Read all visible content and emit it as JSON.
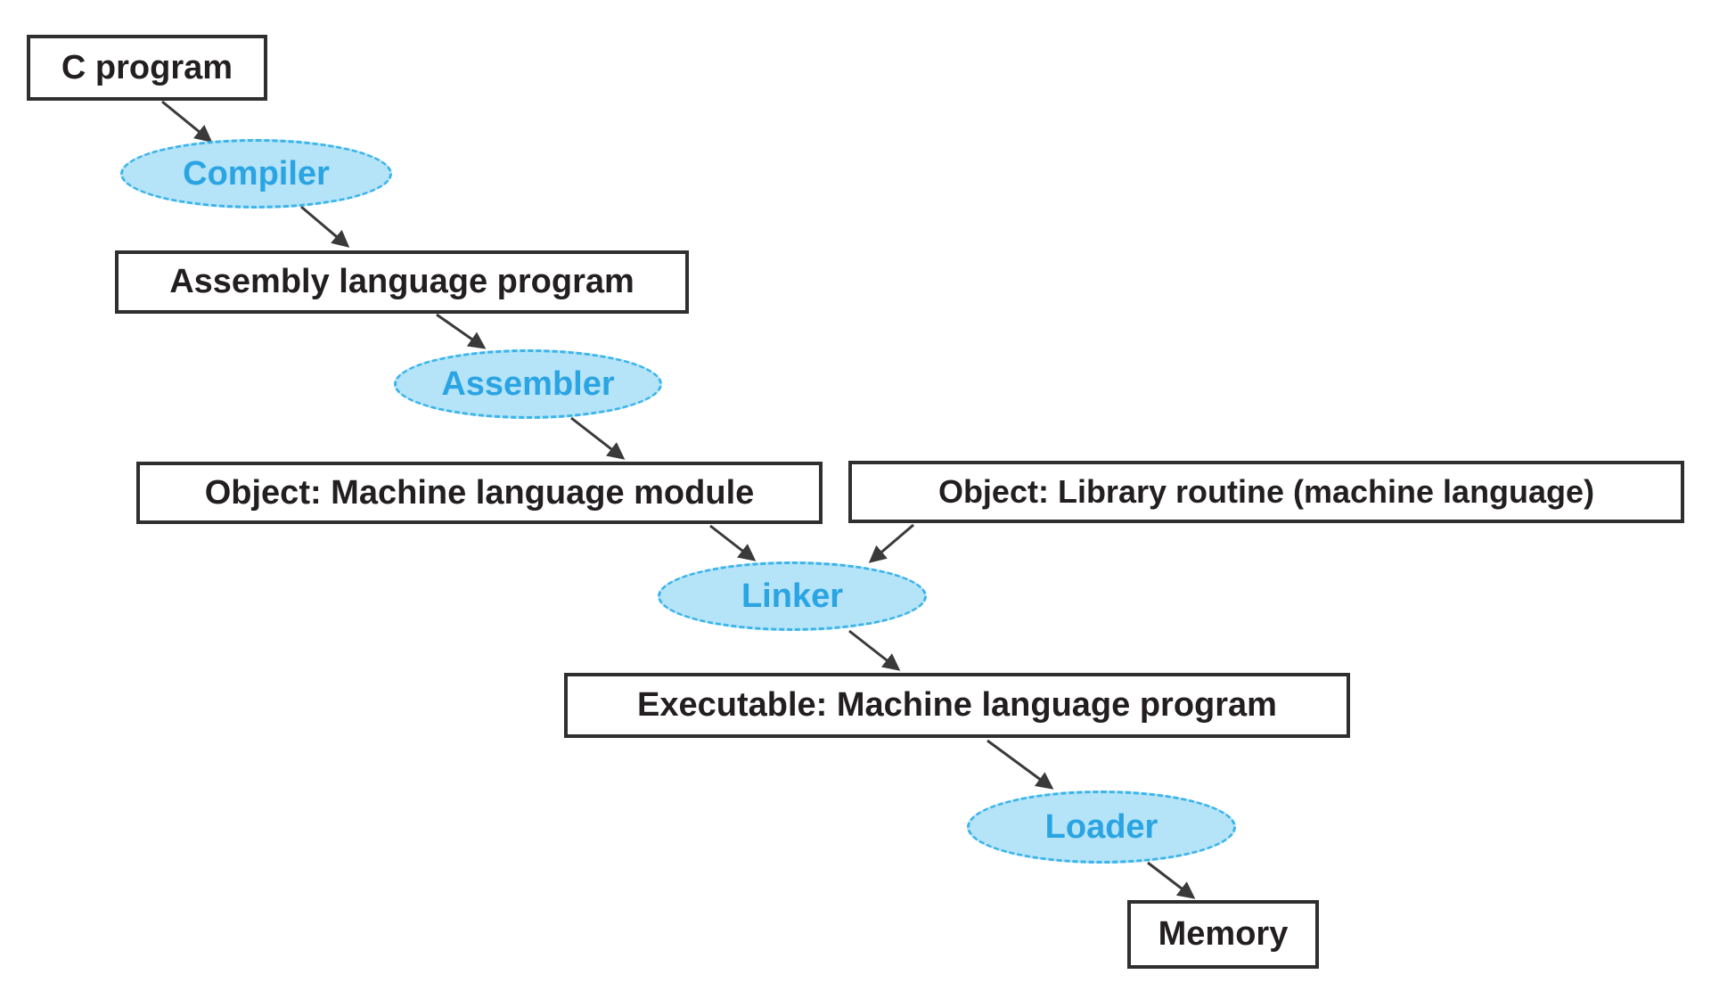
{
  "diagram": {
    "description": "C program translation flow diagram",
    "nodes": {
      "c_program": {
        "label": "C program",
        "shape": "rect"
      },
      "compiler": {
        "label": "Compiler",
        "shape": "ellipse"
      },
      "assembly_program": {
        "label": "Assembly language program",
        "shape": "rect"
      },
      "assembler": {
        "label": "Assembler",
        "shape": "ellipse"
      },
      "object_module": {
        "label": "Object: Machine language module",
        "shape": "rect"
      },
      "library_routine": {
        "label": "Object: Library routine (machine language)",
        "shape": "rect"
      },
      "linker": {
        "label": "Linker",
        "shape": "ellipse"
      },
      "executable": {
        "label": "Executable: Machine language program",
        "shape": "rect"
      },
      "loader": {
        "label": "Loader",
        "shape": "ellipse"
      },
      "memory": {
        "label": "Memory",
        "shape": "rect"
      }
    },
    "edges": [
      {
        "from": "c_program",
        "to": "compiler"
      },
      {
        "from": "compiler",
        "to": "assembly_program"
      },
      {
        "from": "assembly_program",
        "to": "assembler"
      },
      {
        "from": "assembler",
        "to": "object_module"
      },
      {
        "from": "object_module",
        "to": "linker"
      },
      {
        "from": "library_routine",
        "to": "linker"
      },
      {
        "from": "linker",
        "to": "executable"
      },
      {
        "from": "executable",
        "to": "loader"
      },
      {
        "from": "loader",
        "to": "memory"
      }
    ],
    "colors": {
      "process_fill": "#b5e3f8",
      "process_border": "#3ab4ea",
      "process_text": "#2aa4e2",
      "box_border": "#2f2f2f",
      "box_text": "#231f20",
      "arrow": "#3a3a3a",
      "background": "#ffffff"
    }
  }
}
